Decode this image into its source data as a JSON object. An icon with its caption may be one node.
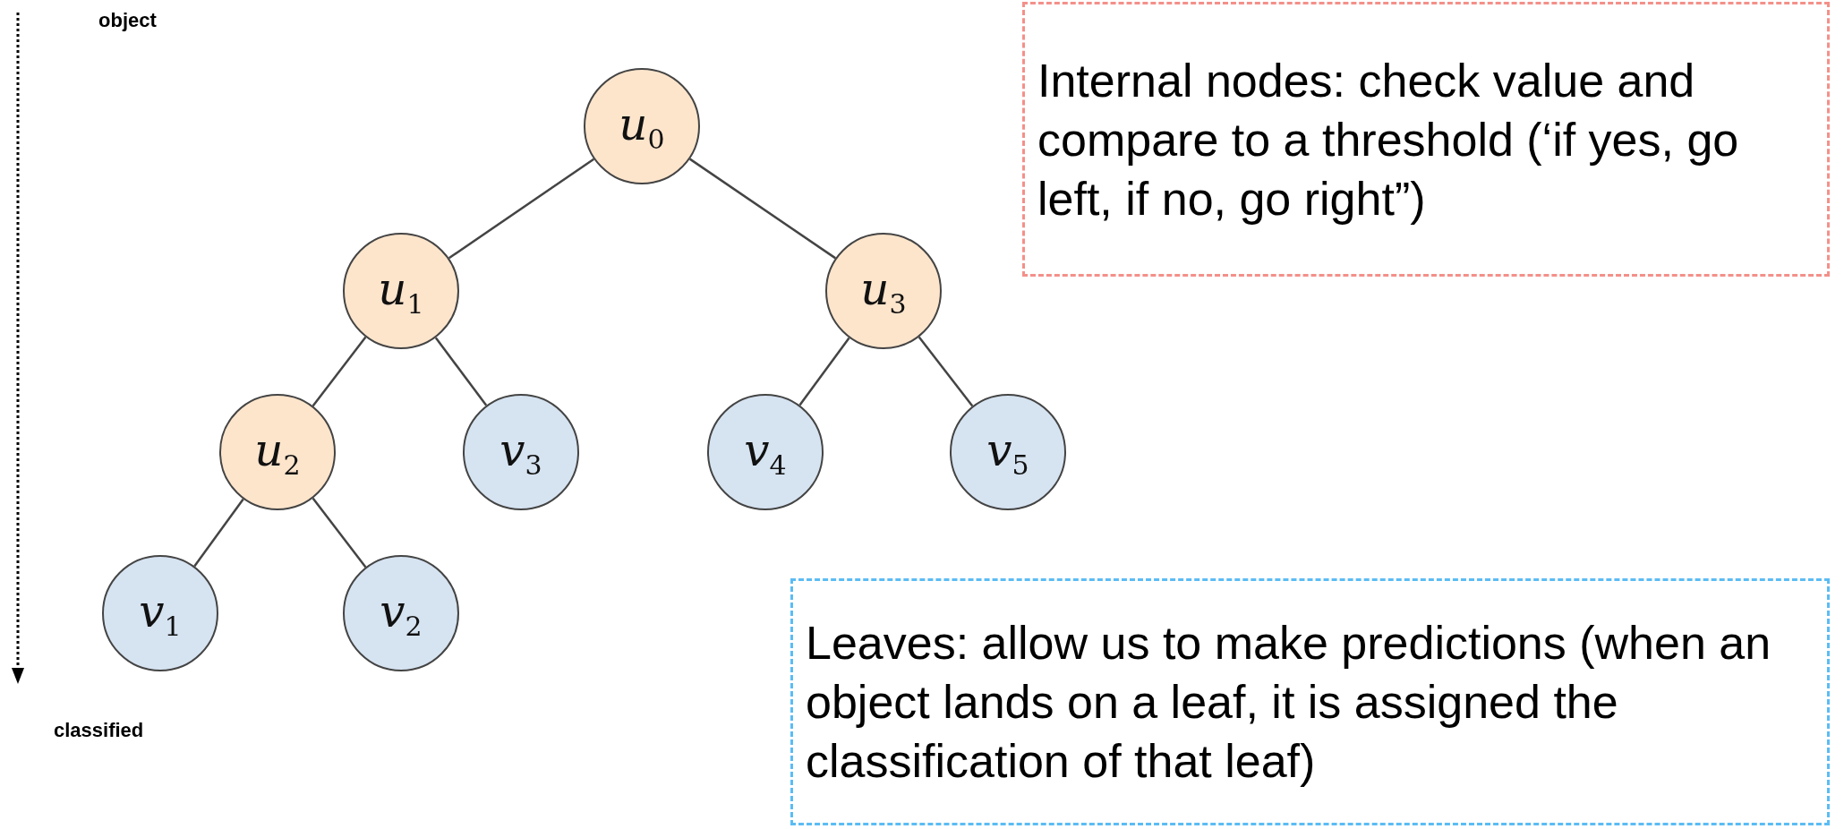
{
  "diagram": {
    "nodes": [
      {
        "text": [
          "*u*$_{0}$"
        ]
      },
      {
        "text": [
          "*u*$_{1}$"
        ]
      },
      {
        "text": [
          "*u*$_{3}$"
        ]
      },
      {
        "text": [
          "*u*$_{2}$"
        ]
      },
      {
        "text": [
          "*v*$_{3}$"
        ]
      },
      {
        "text": [
          "*v*$_{4}$"
        ]
      },
      {
        "text": [
          "*v*$_{5}$"
        ]
      },
      {
        "text": [
          "*v*$_{1}$"
        ]
      },
      {
        "text": [
          "*v*$_{2}$"
        ]
      },
      {
        "text": [
          "Internal nodes: check value and compare to a threshold (‘if yes, go left, if no, go right”)"
        ]
      },
      {
        "text": [
          "Leaves: allow us to make predictions (when an object lands on a leaf, it is assigned the classification of that leaf)"
        ]
      }
    ],
    "edges": [
      {
        "from": 0,
        "to": 1,
        "arrow": "none"
      },
      {
        "from": 0,
        "to": 2,
        "arrow": "none"
      },
      {
        "from": 1,
        "to": 3,
        "arrow": "none"
      },
      {
        "from": 1,
        "to": 4,
        "arrow": "none"
      },
      {
        "from": 2,
        "to": 5,
        "arrow": "none"
      },
      {
        "from": 2,
        "to": 6,
        "arrow": "none"
      },
      {
        "from": 3,
        "to": 7,
        "arrow": "none"
      },
      {
        "from": 3,
        "to": 8,
        "arrow": "none"
      }
    ],
    "labels": [
      "object",
      "classified"
    ]
  }
}
